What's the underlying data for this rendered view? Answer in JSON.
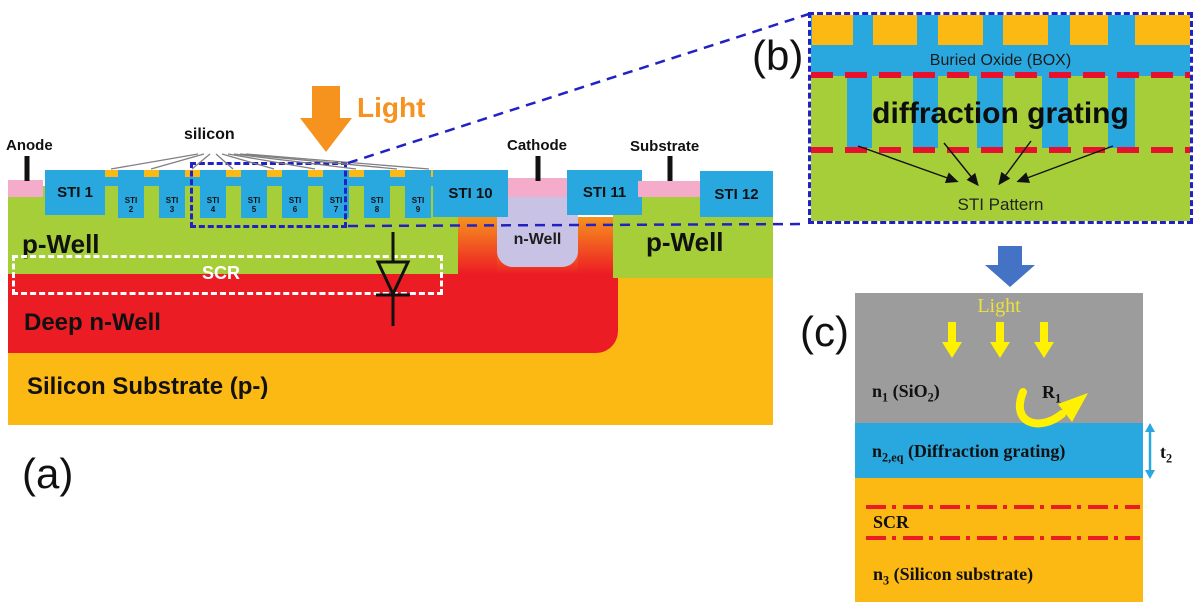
{
  "colors": {
    "sti_blue": "#29A8E0",
    "well_green": "#A6CE39",
    "deep_red": "#EC1C24",
    "substrate_orange": "#FCB813",
    "contact_pink": "#F5ACCB",
    "nwell_purple": "#C8C3E5",
    "sio2_gray": "#9C9C9C",
    "flow_arrow_blue": "#4472C4",
    "light_orange": "#F6921E",
    "beam_yellow": "#FFF100",
    "dashed_navy": "#2222C4",
    "dashed_red": "#E8112D",
    "scr_white": "#FFFFFF",
    "fan_gray": "#808080",
    "light_text_yellow": "#EDE23B",
    "box_text": "#1B1B1B"
  },
  "a": {
    "label": "(a)",
    "anode": "Anode",
    "cathode": "Cathode",
    "substrate_contact": "Substrate",
    "silicon": "silicon",
    "light": "Light",
    "sti1": "STI 1",
    "sti10": "STI 10",
    "sti11": "STI 11",
    "sti12": "STI 12",
    "sti_small": [
      "STI\n2",
      "STI\n3",
      "STI\n4",
      "STI\n5",
      "STI\n6",
      "STI\n7",
      "STI\n8",
      "STI\n9"
    ],
    "p_well_left": "p-Well",
    "p_well_right": "p-Well",
    "n_well": "n-Well",
    "scr": "SCR",
    "deep_n_well": "Deep n-Well",
    "substrate_body": "Silicon Substrate (p-)"
  },
  "b": {
    "label": "(b)",
    "buried_oxide": "Buried Oxide (BOX)",
    "grating": "diffraction grating",
    "sti_pattern": "STI Pattern"
  },
  "c": {
    "label": "(c)",
    "light": "Light",
    "n1": [
      [
        "n"
      ],
      [
        "1",
        "sub"
      ],
      [
        " (SiO"
      ],
      [
        "2",
        "sub"
      ],
      [
        ")"
      ]
    ],
    "r1": [
      [
        "R"
      ],
      [
        "1",
        "sub"
      ]
    ],
    "n2": [
      [
        "n"
      ],
      [
        "2,eq",
        "sub"
      ],
      [
        " (Diffraction grating)"
      ]
    ],
    "t2": [
      [
        "t"
      ],
      [
        "2",
        "sub"
      ]
    ],
    "scr": "SCR",
    "n3": [
      [
        "n"
      ],
      [
        "3",
        "sub"
      ],
      [
        " (Silicon substrate)"
      ]
    ]
  }
}
